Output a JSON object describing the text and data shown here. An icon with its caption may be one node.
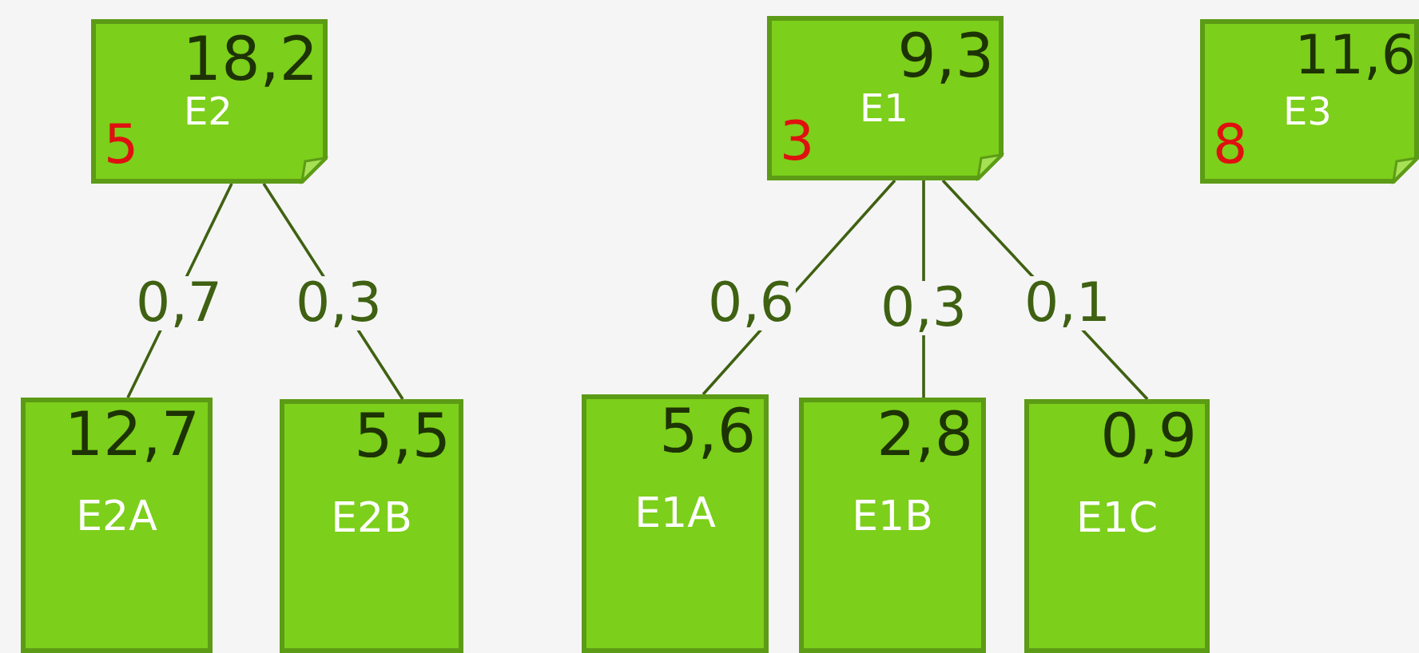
{
  "diagram": {
    "nodes": [
      {
        "text": [
          "18,2",
          "E2",
          "5"
        ]
      },
      {
        "text": [
          "9,3",
          "E1",
          "3"
        ]
      },
      {
        "text": [
          "11,6",
          "E3",
          "8"
        ]
      },
      {
        "text": [
          "12,7",
          "E2A"
        ]
      },
      {
        "text": [
          "5,5",
          "E2B"
        ]
      },
      {
        "text": [
          "5,6",
          "E1A"
        ]
      },
      {
        "text": [
          "2,8",
          "E1B"
        ]
      },
      {
        "text": [
          "0,9",
          "E1C"
        ]
      }
    ],
    "edges": [
      {
        "from": 0,
        "to": 3,
        "arrow": "none",
        "label": "0,7"
      },
      {
        "from": 0,
        "to": 4,
        "arrow": "none",
        "label": "0,3"
      },
      {
        "from": 1,
        "to": 5,
        "arrow": "none",
        "label": "0,6"
      },
      {
        "from": 1,
        "to": 6,
        "arrow": "none",
        "label": "0,3"
      },
      {
        "from": 1,
        "to": 7,
        "arrow": "none",
        "label": "0,1"
      }
    ]
  }
}
